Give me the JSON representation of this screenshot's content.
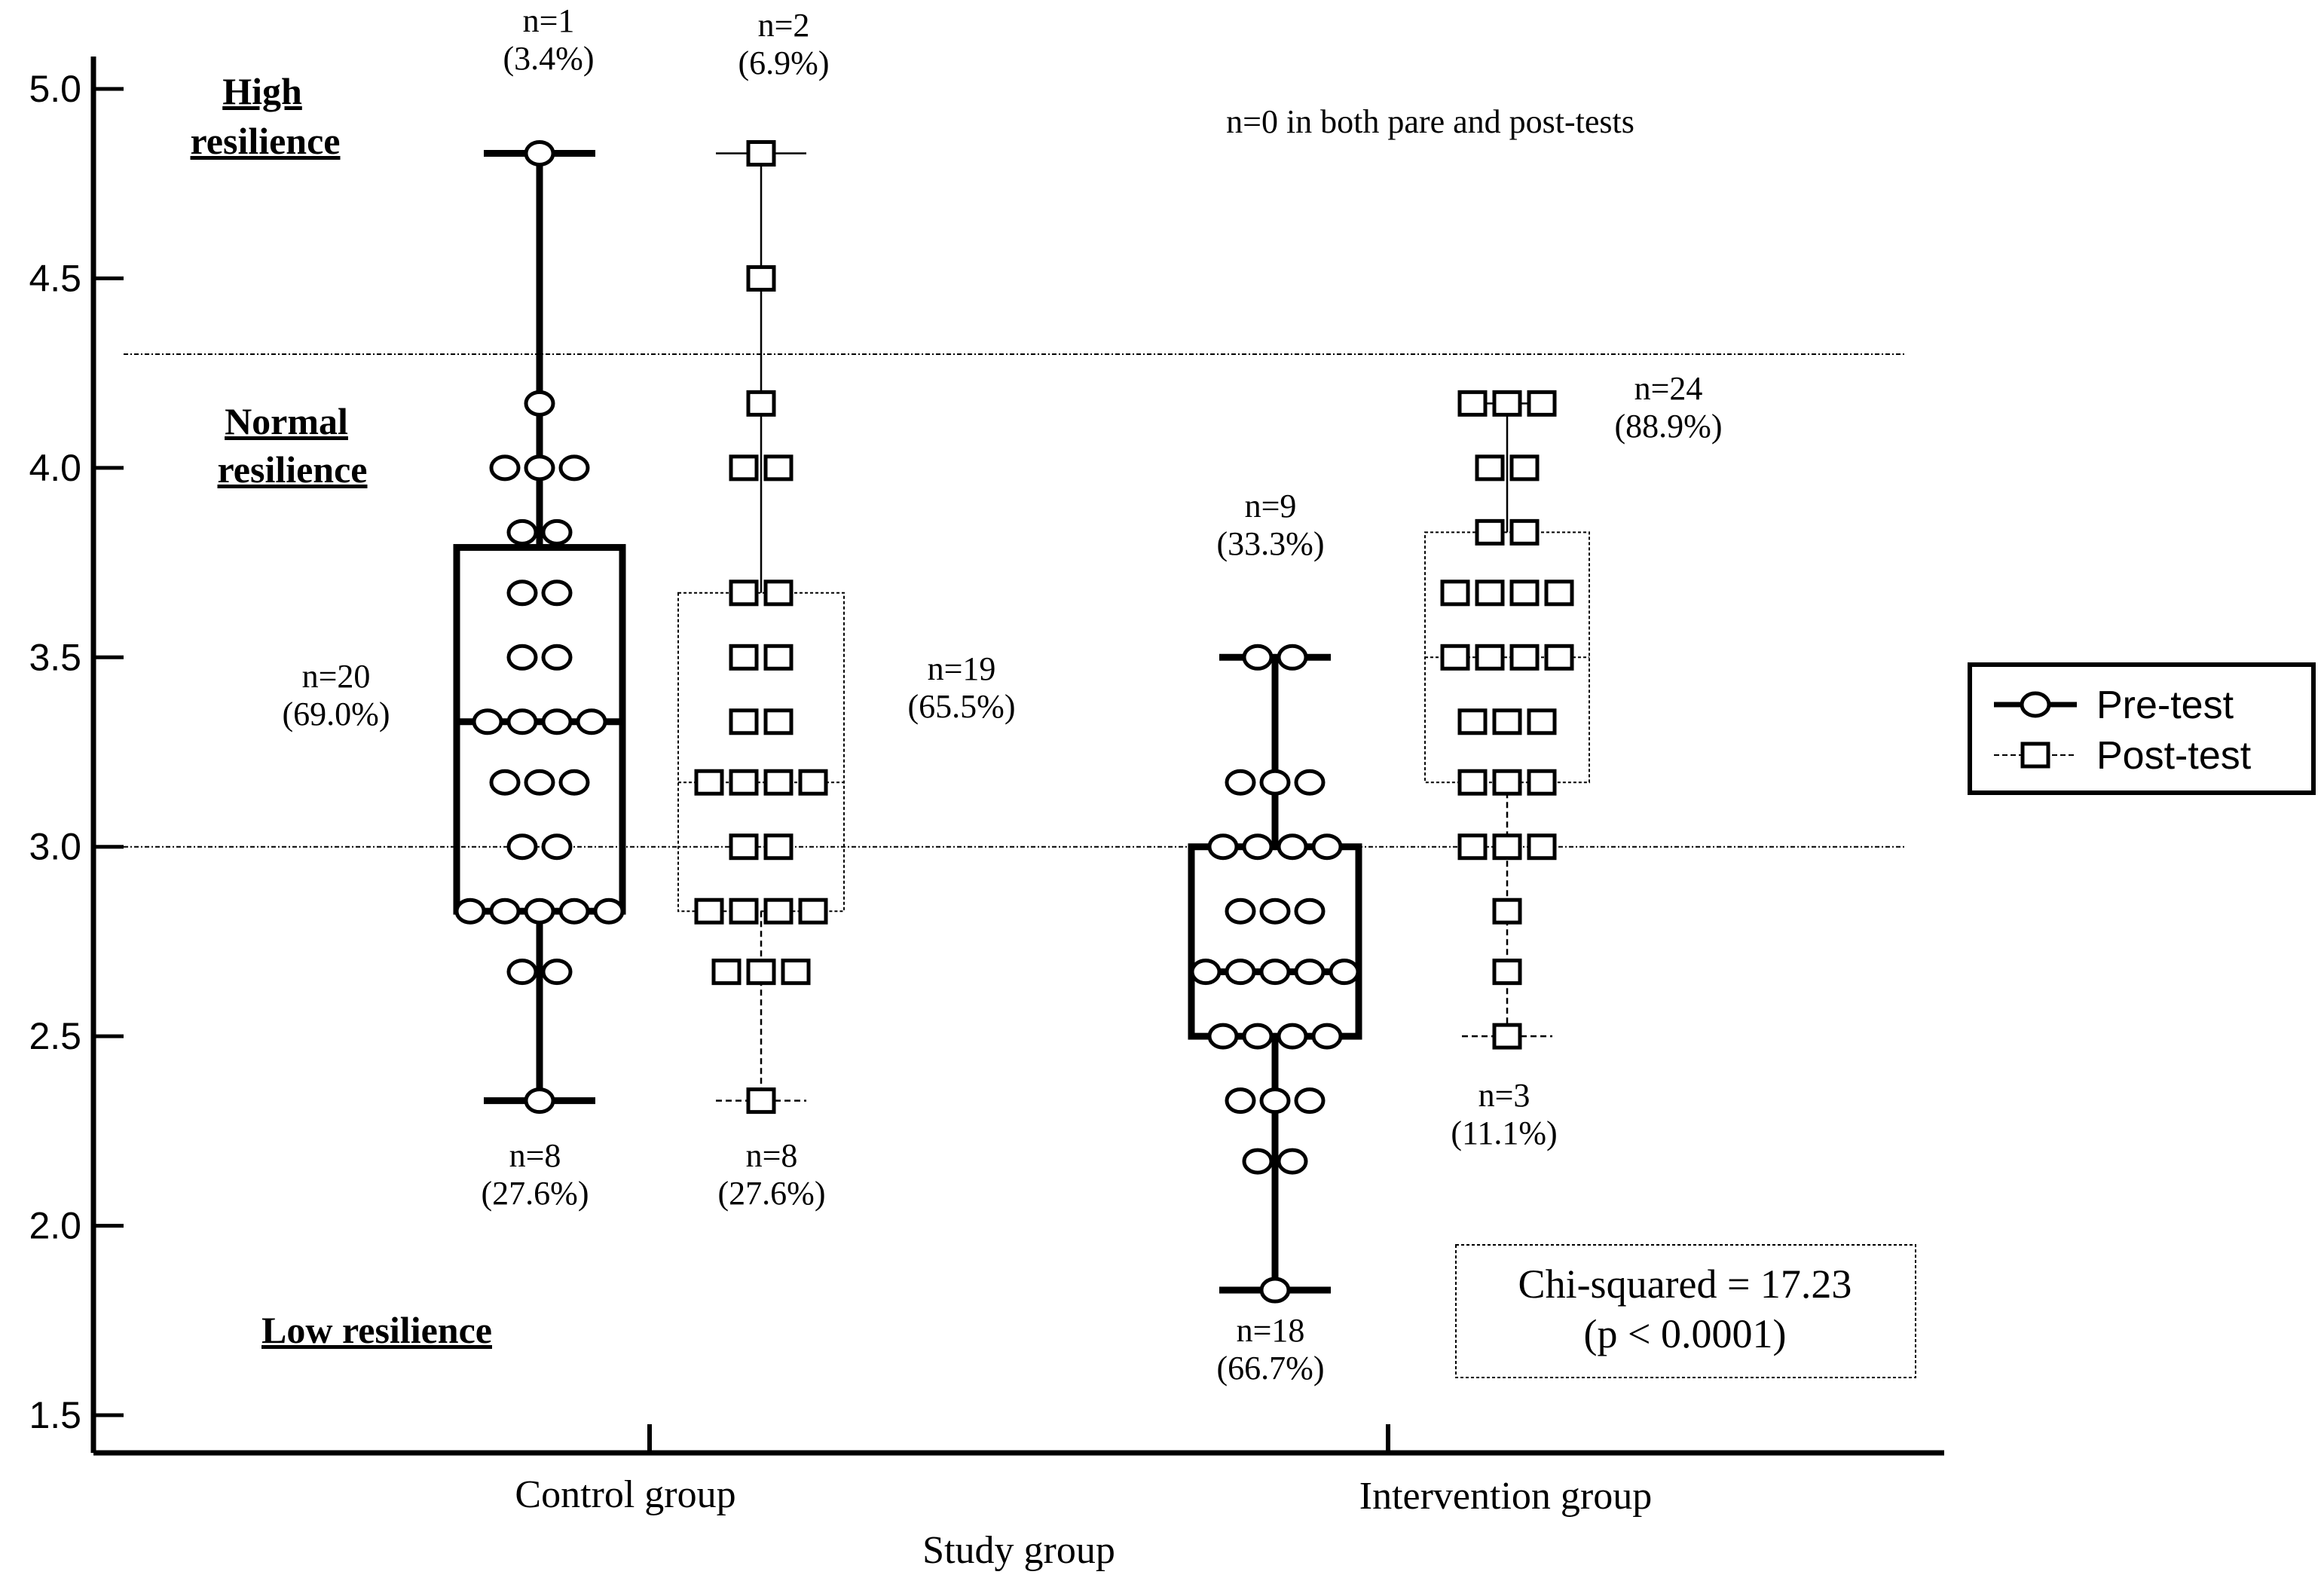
{
  "chart_data": {
    "type": "scatter",
    "subtype": "box-dot-plot",
    "xlabel": "Study group",
    "ylabel": "",
    "ylim": [
      1.5,
      5.0
    ],
    "yticks": [
      "1.5",
      "2.0",
      "2.5",
      "3.0",
      "3.5",
      "4.0",
      "4.5",
      "5.0"
    ],
    "grid": false,
    "cutoff_lines": [
      3.0,
      4.3
    ],
    "categories": [
      "Control group",
      "Intervention group"
    ],
    "legend": {
      "position": "right",
      "entries": [
        {
          "label": "Pre-test",
          "marker": "circle"
        },
        {
          "label": "Post-test",
          "marker": "square"
        }
      ]
    },
    "zones": {
      "high": [
        "High",
        "resilience"
      ],
      "normal": [
        "Normal",
        "resilience"
      ],
      "low": "Low resilience"
    },
    "series": [
      {
        "group": "Control group",
        "test": "Pre-test",
        "box": {
          "min": 2.33,
          "q1": 2.83,
          "median": 3.33,
          "q3": 3.79,
          "max": 4.83
        },
        "points": [
          {
            "y": 4.83,
            "n": 1
          },
          {
            "y": 4.17,
            "n": 1
          },
          {
            "y": 4.0,
            "n": 3
          },
          {
            "y": 3.83,
            "n": 2
          },
          {
            "y": 3.67,
            "n": 2
          },
          {
            "y": 3.5,
            "n": 2
          },
          {
            "y": 3.33,
            "n": 4
          },
          {
            "y": 3.17,
            "n": 3
          },
          {
            "y": 3.0,
            "n": 2
          },
          {
            "y": 2.83,
            "n": 5
          },
          {
            "y": 2.67,
            "n": 2
          },
          {
            "y": 2.33,
            "n": 1
          }
        ],
        "annotations": {
          "high": [
            "n=1",
            "(3.4%)"
          ],
          "normal": [
            "n=20",
            "(69.0%)"
          ],
          "low": [
            "n=8",
            "(27.6%)"
          ]
        }
      },
      {
        "group": "Control group",
        "test": "Post-test",
        "box": {
          "min": 2.33,
          "q1": 2.83,
          "median": 3.17,
          "q3": 3.67,
          "max": 4.83
        },
        "points": [
          {
            "y": 4.83,
            "n": 1
          },
          {
            "y": 4.5,
            "n": 1
          },
          {
            "y": 4.17,
            "n": 1
          },
          {
            "y": 4.0,
            "n": 2
          },
          {
            "y": 3.67,
            "n": 2
          },
          {
            "y": 3.5,
            "n": 2
          },
          {
            "y": 3.33,
            "n": 2
          },
          {
            "y": 3.17,
            "n": 4
          },
          {
            "y": 3.0,
            "n": 2
          },
          {
            "y": 2.83,
            "n": 4
          },
          {
            "y": 2.67,
            "n": 3
          },
          {
            "y": 2.33,
            "n": 1
          }
        ],
        "annotations": {
          "high": [
            "n=2",
            "(6.9%)"
          ],
          "normal": [
            "n=19",
            "(65.5%)"
          ],
          "low": [
            "n=8",
            "(27.6%)"
          ]
        }
      },
      {
        "group": "Intervention group",
        "test": "Pre-test",
        "box": {
          "min": 1.83,
          "q1": 2.5,
          "median": 2.67,
          "q3": 3.0,
          "max": 3.5
        },
        "points": [
          {
            "y": 3.5,
            "n": 2
          },
          {
            "y": 3.17,
            "n": 3
          },
          {
            "y": 3.0,
            "n": 4
          },
          {
            "y": 2.83,
            "n": 3
          },
          {
            "y": 2.67,
            "n": 5
          },
          {
            "y": 2.5,
            "n": 4
          },
          {
            "y": 2.33,
            "n": 3
          },
          {
            "y": 2.17,
            "n": 2
          },
          {
            "y": 1.83,
            "n": 1
          }
        ],
        "annotations": {
          "normal": [
            "n=9",
            "(33.3%)"
          ],
          "low": [
            "n=18",
            "(66.7%)"
          ]
        }
      },
      {
        "group": "Intervention group",
        "test": "Post-test",
        "box": {
          "min": 2.5,
          "q1": 3.17,
          "median": 3.5,
          "q3": 3.83,
          "max": 4.17
        },
        "points": [
          {
            "y": 4.17,
            "n": 3
          },
          {
            "y": 4.0,
            "n": 2
          },
          {
            "y": 3.83,
            "n": 2
          },
          {
            "y": 3.67,
            "n": 4
          },
          {
            "y": 3.5,
            "n": 4
          },
          {
            "y": 3.33,
            "n": 3
          },
          {
            "y": 3.17,
            "n": 3
          },
          {
            "y": 3.0,
            "n": 3
          },
          {
            "y": 2.83,
            "n": 1
          },
          {
            "y": 2.67,
            "n": 1
          },
          {
            "y": 2.5,
            "n": 1
          }
        ],
        "annotations": {
          "normal": [
            "n=24",
            "(88.9%)"
          ],
          "low": [
            "n=3",
            "(11.1%)"
          ]
        }
      }
    ],
    "notes": {
      "intervention_high": "n=0 in both pare and post-tests",
      "stat_line1": "Chi-squared = 17.23",
      "stat_line2": "(p < 0.0001)"
    }
  }
}
